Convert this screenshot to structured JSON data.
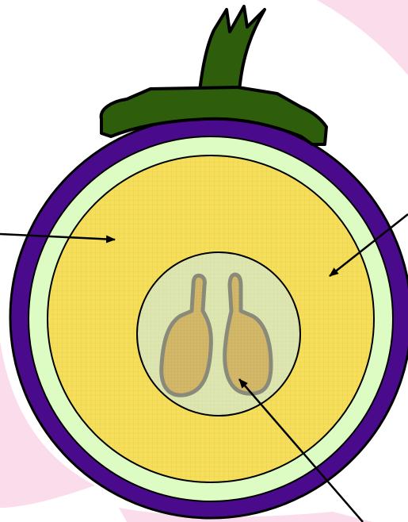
{
  "diagram": {
    "subject": "fruit-cross-section",
    "colors": {
      "background_swash": "#fbdcea",
      "peel": "#4a0a8c",
      "rind": "#ddfcc4",
      "flesh": "#f5de5a",
      "flesh_grid": "#e8c84a",
      "core": "#dde6b0",
      "seed": "#d3b86a",
      "seed_outline": "#8a8a7a",
      "stem": "#2e5e0c",
      "outline": "#000000",
      "pointer": "#000000"
    },
    "pointers": [
      {
        "target": "flesh",
        "side": "left"
      },
      {
        "target": "flesh",
        "side": "right"
      },
      {
        "target": "seed",
        "side": "bottom"
      }
    ]
  }
}
